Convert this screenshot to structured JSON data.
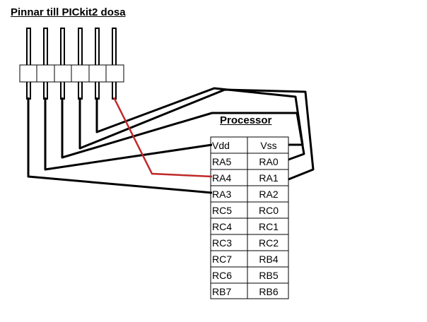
{
  "header": {
    "title": "Pinnar till PICkit2 dosa"
  },
  "processor": {
    "title": "Processor",
    "rows": [
      {
        "left": "Vdd",
        "right": "Vss"
      },
      {
        "left": "RA5",
        "right": "RA0"
      },
      {
        "left": "RA4",
        "right": "RA1"
      },
      {
        "left": "RA3",
        "right": "RA2"
      },
      {
        "left": "RC5",
        "right": "RC0"
      },
      {
        "left": "RC4",
        "right": "RC1"
      },
      {
        "left": "RC3",
        "right": "RC2"
      },
      {
        "left": "RC7",
        "right": "RB4"
      },
      {
        "left": "RC6",
        "right": "RB5"
      },
      {
        "left": "RB7",
        "right": "RB6"
      }
    ]
  },
  "colors": {
    "wire": "#000000",
    "highlight_wire": "#c0282a"
  }
}
